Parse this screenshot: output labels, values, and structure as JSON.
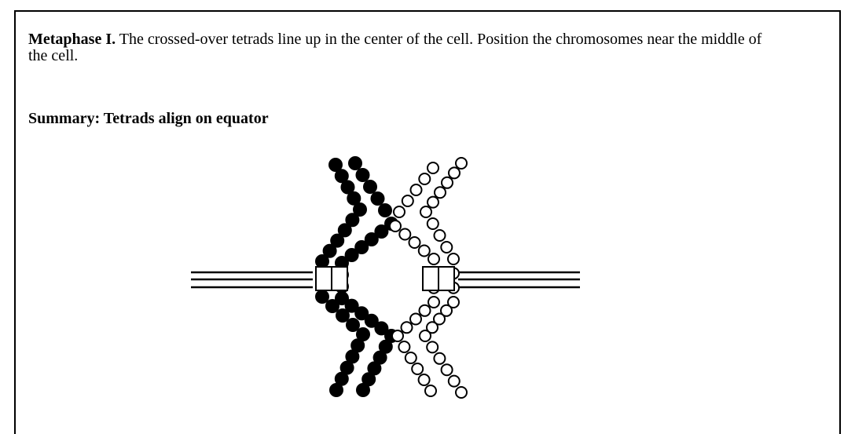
{
  "description": {
    "phase_title": "Metaphase I.",
    "body": " The crossed-over tetrads line up in the center of the cell. Position the chromosomes near the middle of the cell."
  },
  "summary": {
    "label": "Summary: Tetrads align on equator"
  },
  "colors": {
    "ink": "#000000",
    "filled_chromatid": "#000000",
    "open_chromatid": "#ffffff"
  }
}
